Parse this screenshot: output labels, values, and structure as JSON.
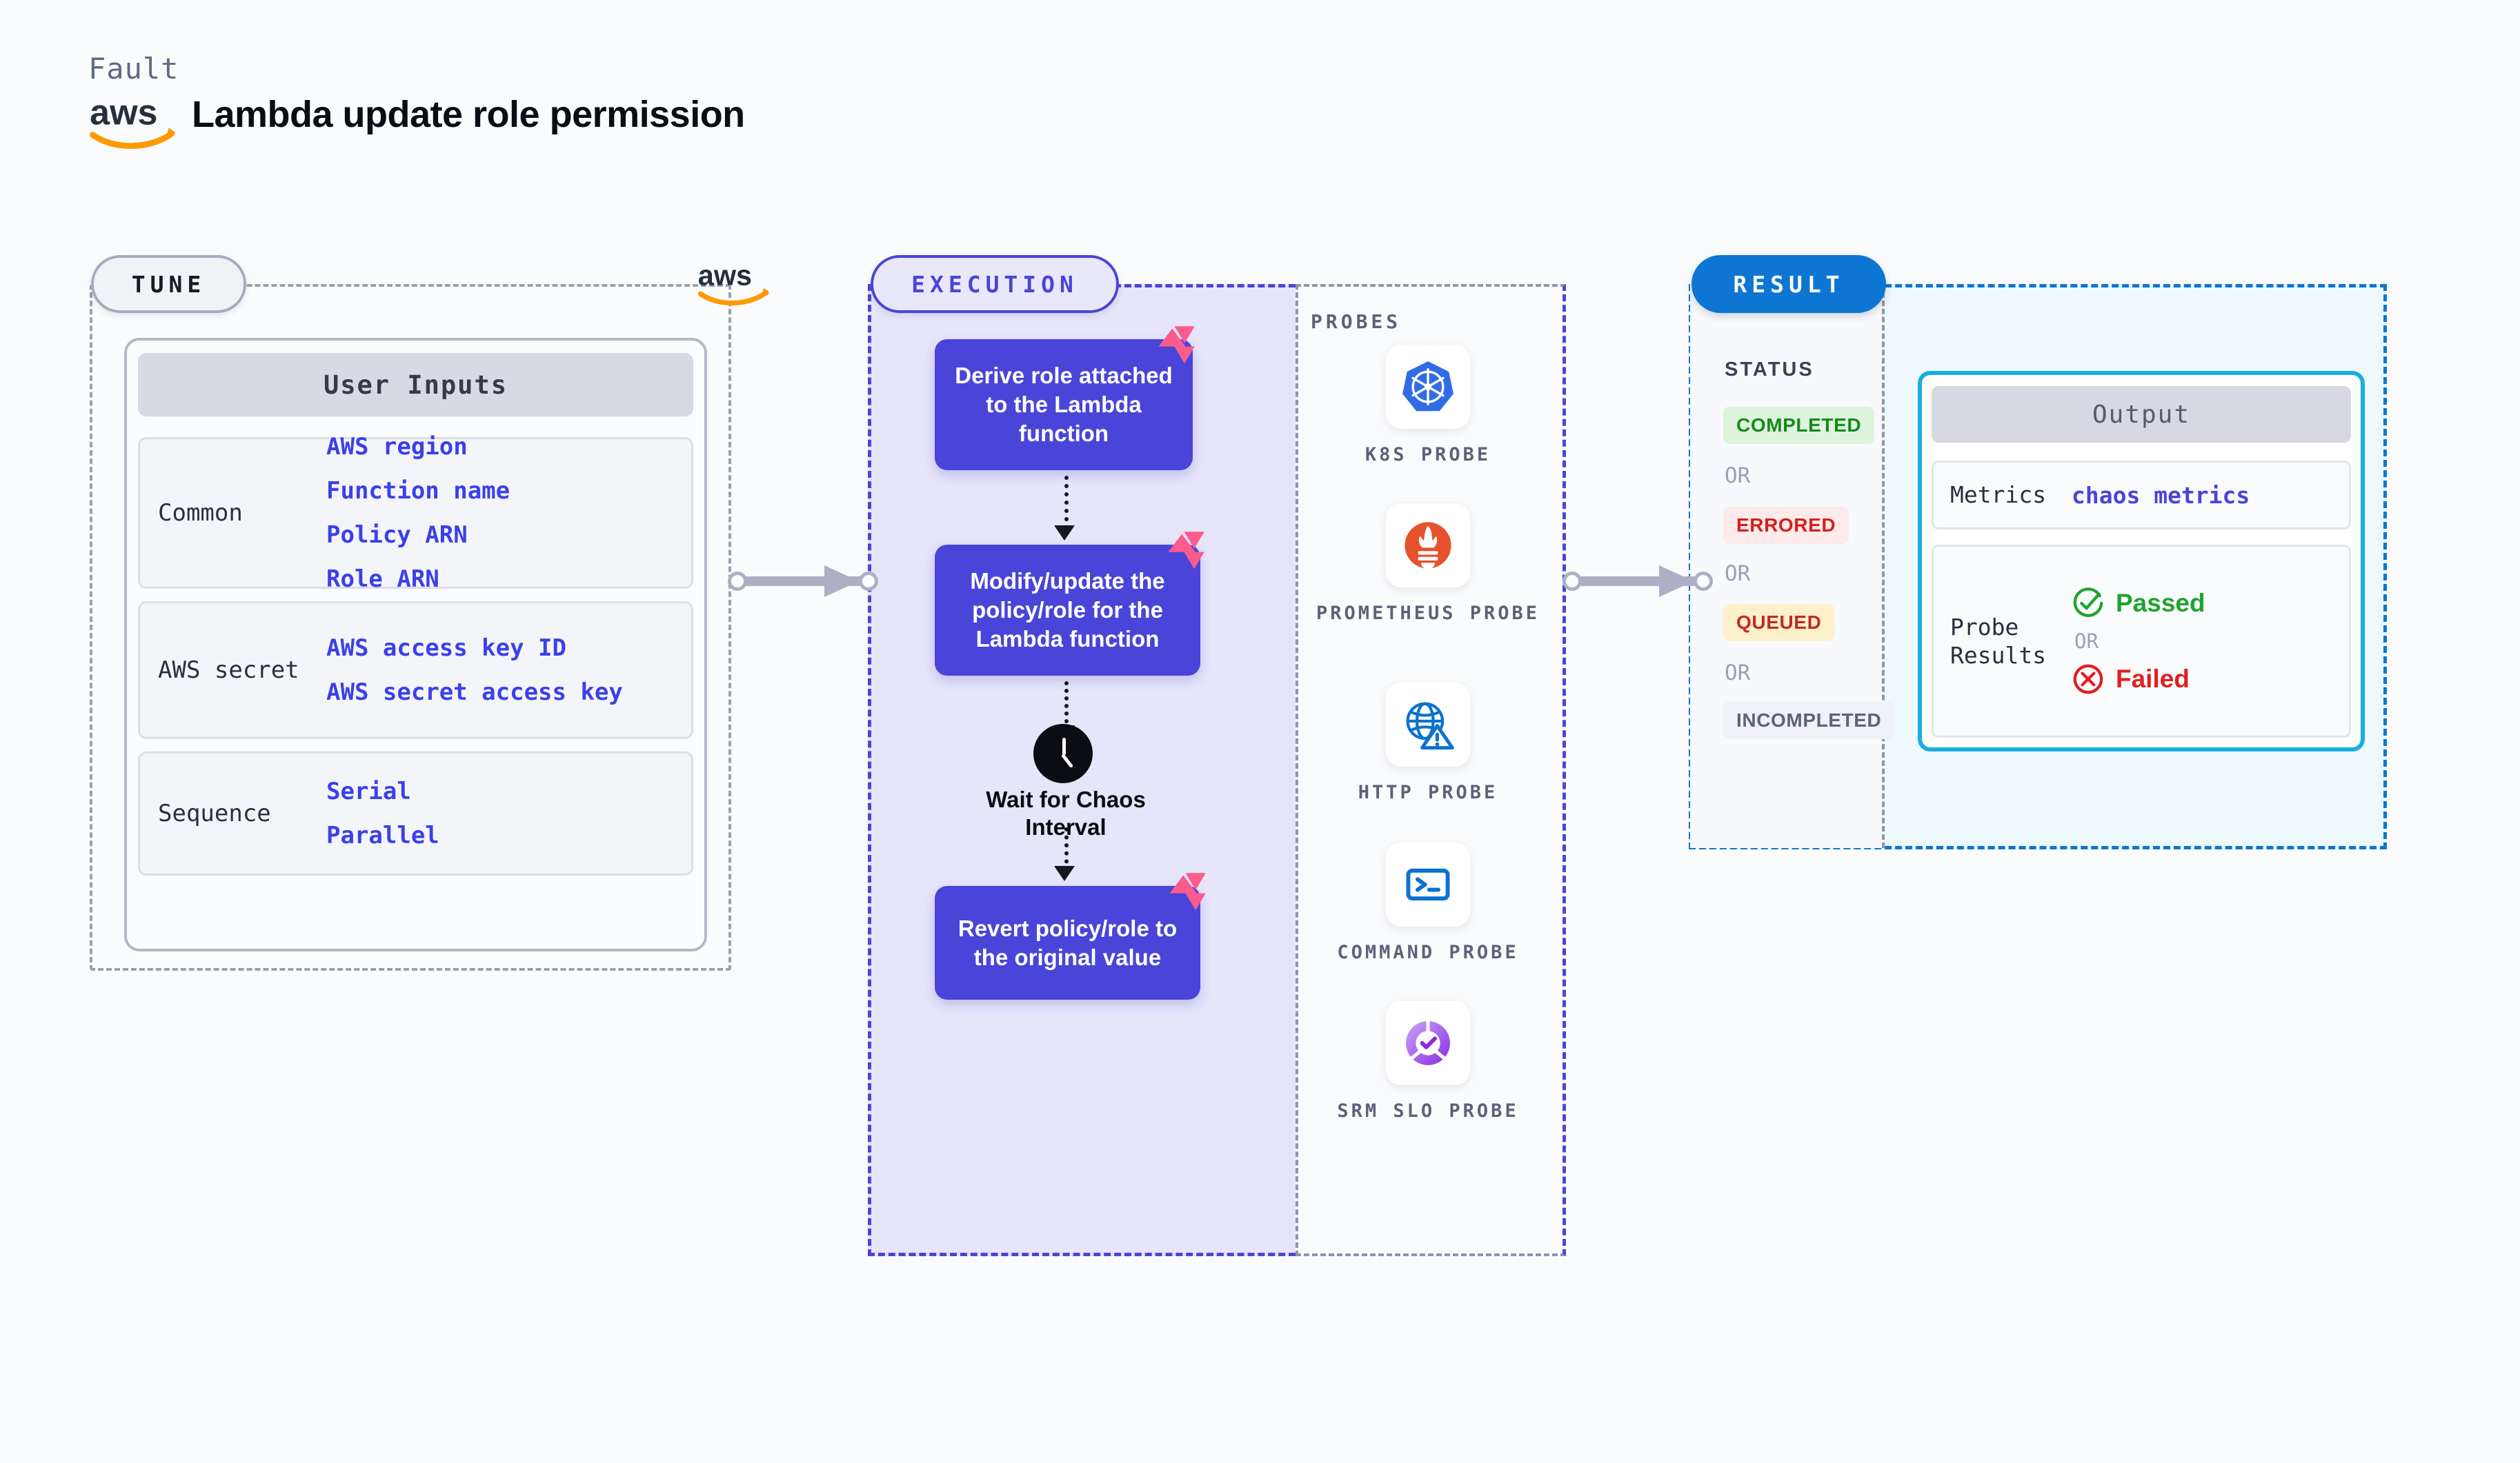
{
  "header": {
    "fault_label": "Fault",
    "title": "Lambda update role permission",
    "logo": "aws-logo"
  },
  "tune": {
    "pill_label": "TUNE",
    "card_title": "User Inputs",
    "rows": [
      {
        "label": "Common",
        "values": [
          "AWS region",
          "Function name",
          "Policy ARN",
          "Role ARN"
        ]
      },
      {
        "label": "AWS secret",
        "values": [
          "AWS access key ID",
          "AWS secret access key"
        ]
      },
      {
        "label": "Sequence",
        "values": [
          "Serial",
          "Parallel"
        ]
      }
    ]
  },
  "execution": {
    "pill_label": "EXECUTION",
    "steps": [
      {
        "text": "Derive role attached to the Lambda function"
      },
      {
        "text": "Modify/update the policy/role for the Lambda function"
      },
      {
        "text": "Revert policy/role to the original value"
      }
    ],
    "wait_label": "Wait for Chaos Interval"
  },
  "probes": {
    "section_label": "PROBES",
    "items": [
      {
        "label": "K8S PROBE",
        "icon": "kubernetes-icon"
      },
      {
        "label": "PROMETHEUS PROBE",
        "icon": "prometheus-icon"
      },
      {
        "label": "HTTP PROBE",
        "icon": "http-globe-warning-icon"
      },
      {
        "label": "COMMAND PROBE",
        "icon": "terminal-icon"
      },
      {
        "label": "SRM SLO PROBE",
        "icon": "srm-slo-icon"
      }
    ]
  },
  "result": {
    "pill_label": "RESULT",
    "status_title": "STATUS",
    "or_label": "OR",
    "statuses": [
      {
        "label": "COMPLETED",
        "bg": "#ddf3dd",
        "fg": "#178a1b"
      },
      {
        "label": "ERRORED",
        "bg": "#fdeaea",
        "fg": "#d61f1f"
      },
      {
        "label": "QUEUED",
        "bg": "#fdf1cc",
        "fg": "#c22a21"
      },
      {
        "label": "INCOMPLETED",
        "bg": "#f0f1f7",
        "fg": "#5c6378"
      }
    ],
    "output": {
      "title": "Output",
      "metrics_label": "Metrics",
      "metrics_value": "chaos metrics",
      "probe_results_label": "Probe Results",
      "passed_label": "Passed",
      "failed_label": "Failed",
      "or_label": "OR"
    }
  },
  "colors": {
    "execution_accent": "#4a45d8",
    "result_accent": "#0d76d3",
    "output_accent": "#19aee0",
    "litmus_pink": "#fb5c8c",
    "connector_gray": "#adb0c4"
  }
}
